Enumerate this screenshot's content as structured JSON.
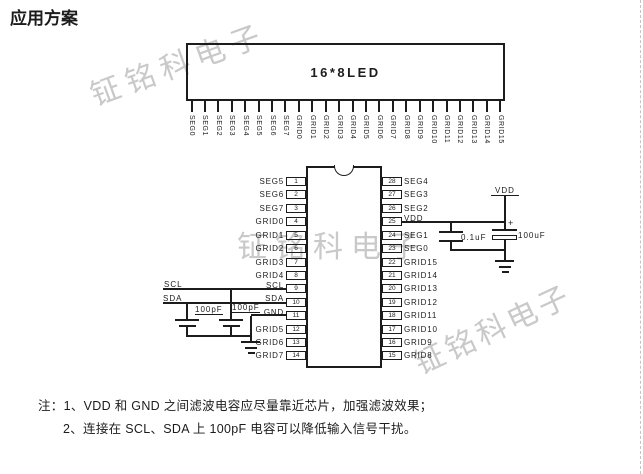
{
  "page": {
    "title": "应用方案",
    "watermark": "钲铭科电子"
  },
  "led_display": {
    "label": "16*8LED",
    "pins": [
      "SEG0",
      "SEG1",
      "SEG2",
      "SEG3",
      "SEG4",
      "SEG5",
      "SEG6",
      "SEG7",
      "GRID0",
      "GRID1",
      "GRID2",
      "GRID3",
      "GRID4",
      "GRID5",
      "GRID6",
      "GRID7",
      "GRID8",
      "GRID9",
      "GRID10",
      "GRID11",
      "GRID12",
      "GRID13",
      "GRID14",
      "GRID15"
    ]
  },
  "chip": {
    "left_pins": [
      {
        "num": "1",
        "label": "SEG5"
      },
      {
        "num": "2",
        "label": "SEG6"
      },
      {
        "num": "3",
        "label": "SEG7"
      },
      {
        "num": "4",
        "label": "GRID0"
      },
      {
        "num": "5",
        "label": "GRID1"
      },
      {
        "num": "6",
        "label": "GRID2"
      },
      {
        "num": "7",
        "label": "GRID3"
      },
      {
        "num": "8",
        "label": "GRID4"
      },
      {
        "num": "9",
        "label": "SCL"
      },
      {
        "num": "10",
        "label": "SDA"
      },
      {
        "num": "11",
        "label": "GND"
      },
      {
        "num": "12",
        "label": "GRID5"
      },
      {
        "num": "13",
        "label": "GRID6"
      },
      {
        "num": "14",
        "label": "GRID7"
      }
    ],
    "right_pins": [
      {
        "num": "28",
        "label": "SEG4"
      },
      {
        "num": "27",
        "label": "SEG3"
      },
      {
        "num": "26",
        "label": "SEG2"
      },
      {
        "num": "25",
        "label": "VDD"
      },
      {
        "num": "24",
        "label": "SEG1"
      },
      {
        "num": "23",
        "label": "SEG0"
      },
      {
        "num": "22",
        "label": "GRID15"
      },
      {
        "num": "21",
        "label": "GRID14"
      },
      {
        "num": "20",
        "label": "GRID13"
      },
      {
        "num": "19",
        "label": "GRID12"
      },
      {
        "num": "18",
        "label": "GRID11"
      },
      {
        "num": "17",
        "label": "GRID10"
      },
      {
        "num": "16",
        "label": "GRID9"
      },
      {
        "num": "15",
        "label": "GRID8"
      }
    ]
  },
  "power_circuit": {
    "vdd_label": "VDD",
    "plus": "+",
    "cap_bypass": "0.1uF",
    "cap_bulk": "100uF"
  },
  "signal_circuit": {
    "scl_label": "SCL",
    "sda_label": "SDA",
    "cap_sda": "100pF",
    "cap_scl": "100pF"
  },
  "notes": {
    "prefix": "注：",
    "items": [
      "1、VDD 和 GND 之间滤波电容应尽量靠近芯片，加强滤波效果；",
      "2、连接在 SCL、SDA 上 100pF 电容可以降低输入信号干扰。"
    ]
  }
}
